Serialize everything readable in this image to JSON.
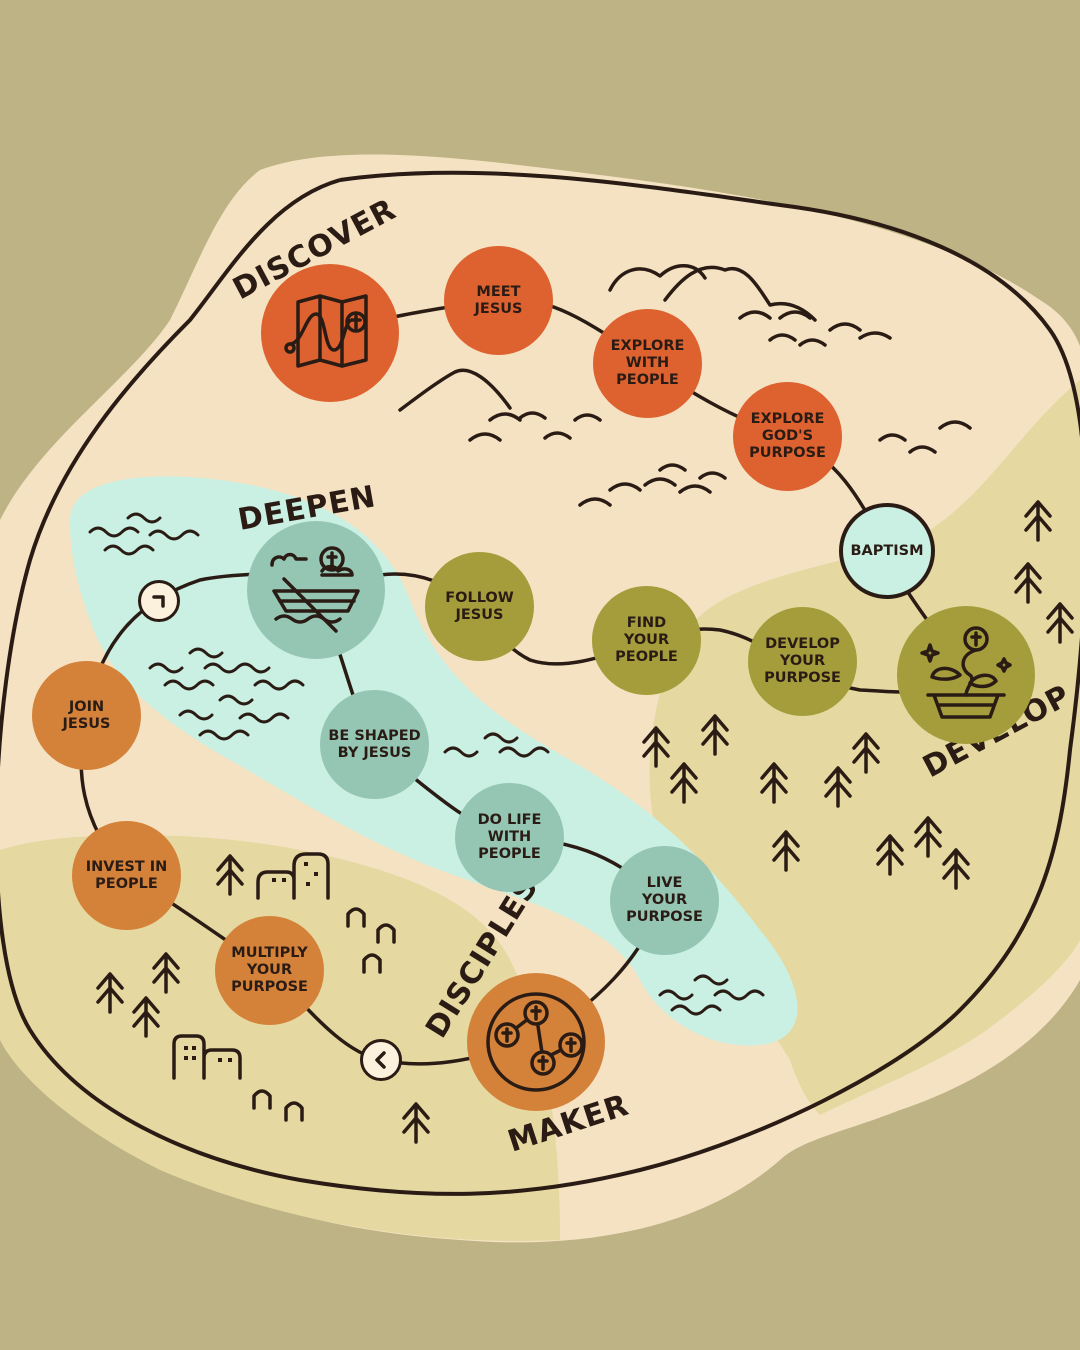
{
  "regions": {
    "discover": "DISCOVER",
    "deepen": "DEEPEN",
    "develop": "DEVELOP",
    "maker_line1": "DISCIPLESHIP",
    "maker_line2": "MAKER"
  },
  "stops": {
    "meet_jesus": "MEET\nJESUS",
    "explore_with_people": "EXPLORE\nWITH\nPEOPLE",
    "explore_gods_purpose": "EXPLORE\nGOD'S\nPURPOSE",
    "baptism": "BAPTISM",
    "follow_jesus": "FOLLOW\nJESUS",
    "find_your_people": "FIND\nYOUR\nPEOPLE",
    "develop_your_purpose": "DEVELOP\nYOUR\nPURPOSE",
    "be_shaped_by_jesus": "BE SHAPED\nBY JESUS",
    "do_life_with_people": "DO LIFE\nWITH\nPEOPLE",
    "live_your_purpose": "LIVE\nYOUR\nPURPOSE",
    "join_jesus": "JOIN\nJESUS",
    "invest_in_people": "INVEST IN\nPEOPLE",
    "multiply_your_purpose": "MULTIPLY\nYOUR\nPURPOSE"
  },
  "icons": {
    "discover": "map-icon",
    "deepen": "boat-icon",
    "develop": "plant-pot-icon",
    "maker": "network-cross-icon"
  },
  "colors": {
    "background": "#bdb385",
    "land": "#f5e2c2",
    "water": "#c9f0e2",
    "meadow": "#e5d8a0",
    "orange_red": "#dd6230",
    "olive": "#a59d3c",
    "teal": "#95c6b4",
    "amber": "#d4823a",
    "ink": "#2a1c14"
  }
}
